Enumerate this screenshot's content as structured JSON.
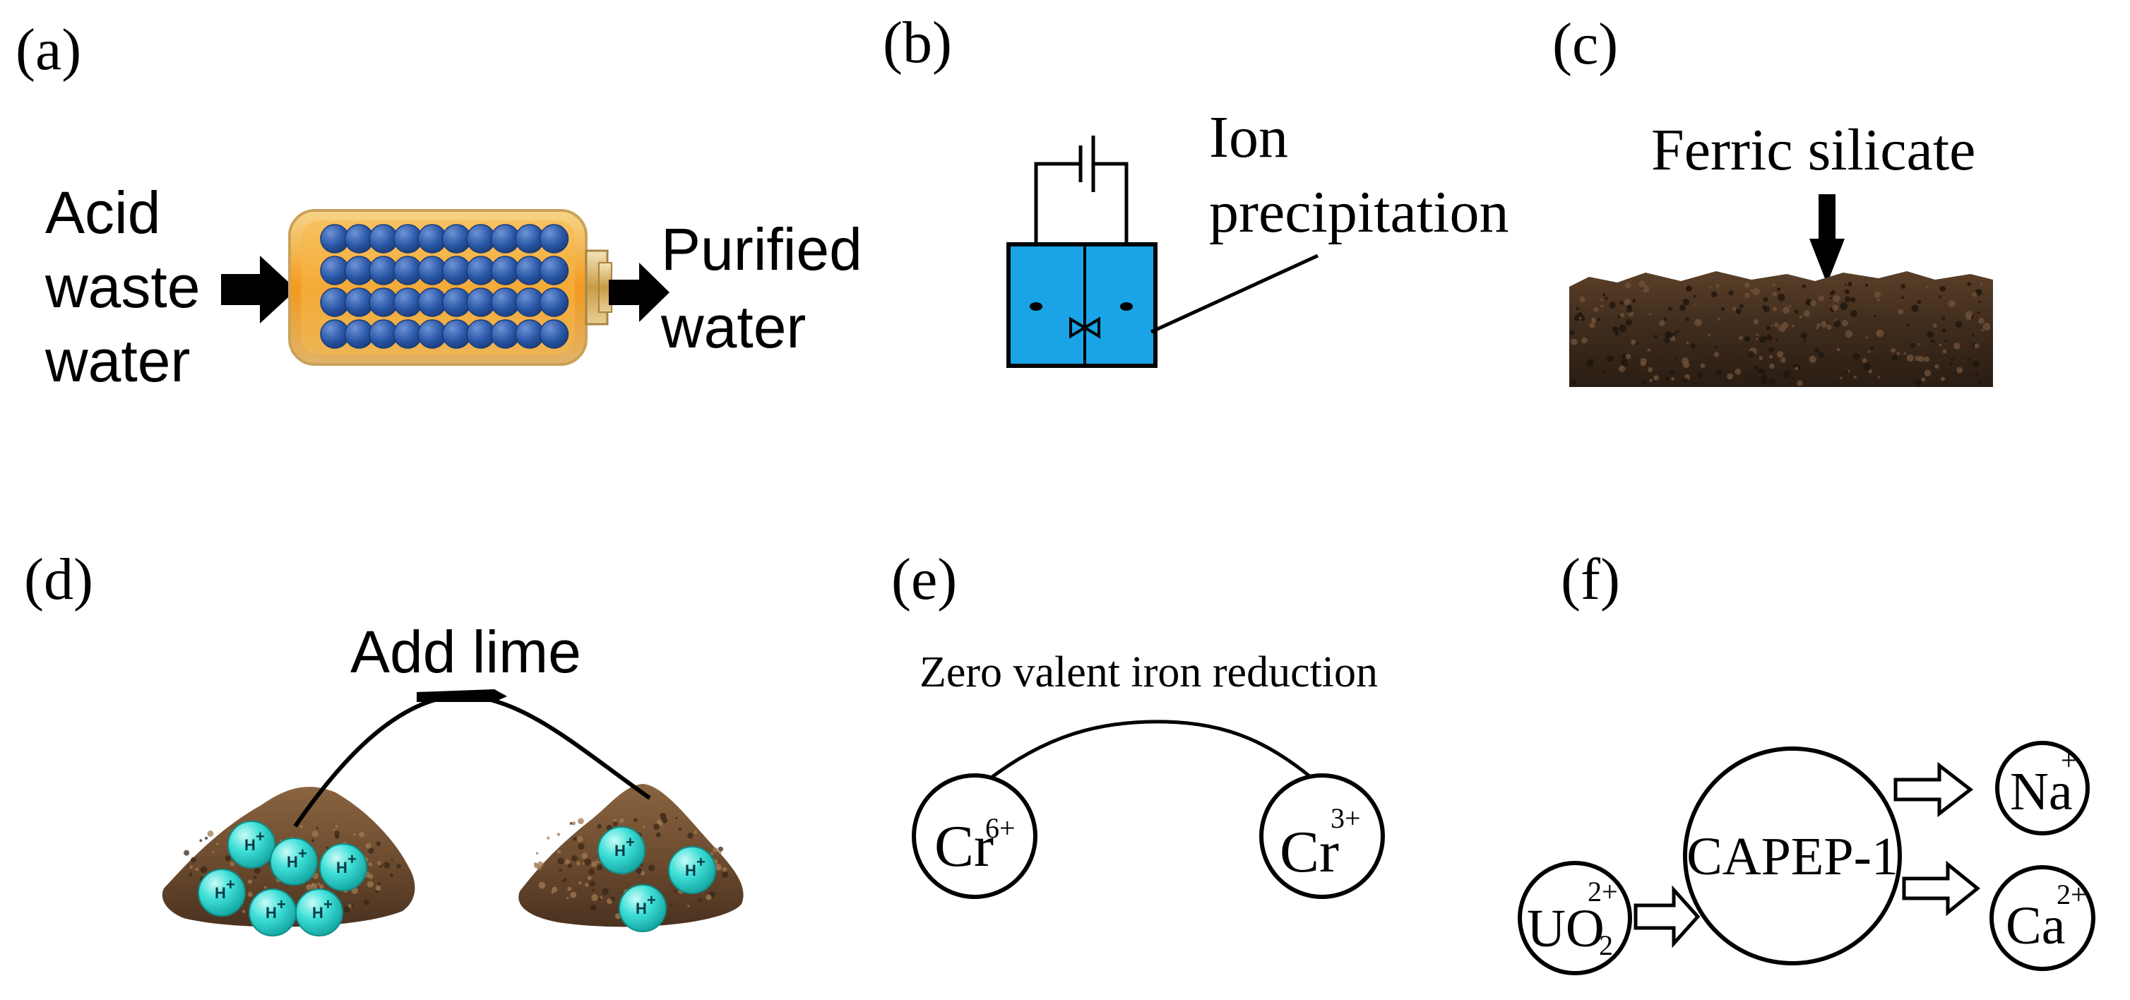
{
  "panels": {
    "a": {
      "label": "(a)",
      "inlet_lines": [
        "Acid",
        "waste",
        "water"
      ],
      "outlet_lines": [
        "Purified",
        "water"
      ]
    },
    "b": {
      "label": "(b)",
      "caption_lines": [
        "Ion",
        "precipitation"
      ]
    },
    "c": {
      "label": "(c)",
      "caption": "Ferric silicate"
    },
    "d": {
      "label": "(d)",
      "caption": "Add lime",
      "ion_label": "H",
      "ion_charge": "+"
    },
    "e": {
      "label": "(e)",
      "caption": "Zero valent iron reduction",
      "from_species": {
        "symbol": "Cr",
        "charge": "6+"
      },
      "to_species": {
        "symbol": "Cr",
        "charge": "3+"
      }
    },
    "f": {
      "label": "(f)",
      "center": "CAPEP-1",
      "input_species": {
        "symbol": "UO",
        "subscript": "2",
        "charge": "2+"
      },
      "output_species": [
        {
          "symbol": "Na",
          "charge": "+"
        },
        {
          "symbol": "Ca",
          "charge": "2+"
        }
      ]
    }
  },
  "colors": {
    "water_blue": "#1aa3e6",
    "bead_blue": "#2a58a8",
    "cylinder_orange": "#f5a623",
    "ion_cyan": "#2fd6d0",
    "soil_dark": "#3b2a1e",
    "soil_brown": "#6b4a2e"
  }
}
